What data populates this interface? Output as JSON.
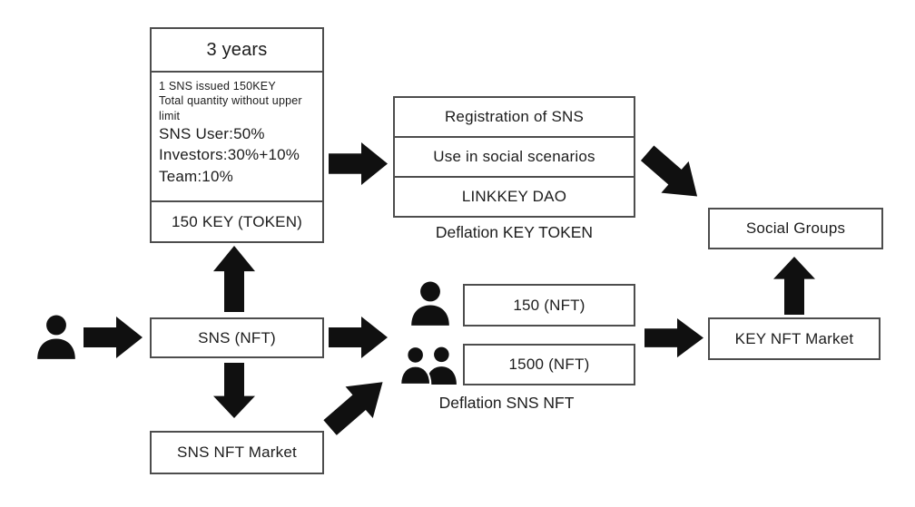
{
  "diagram": {
    "token_box": {
      "header": "3 years",
      "issue_line": "1 SNS issued 150KEY",
      "supply_line": "Total quantity without upper limit",
      "allocations": [
        "SNS User:50%",
        "Investors:30%+10%",
        "Team:10%"
      ],
      "footer": "150 KEY (TOKEN)"
    },
    "key_usage_stack": {
      "rows": [
        "Registration of SNS",
        "Use in social scenarios",
        "LINKKEY DAO"
      ],
      "caption": "Deflation KEY TOKEN"
    },
    "social_groups_label": "Social Groups",
    "sns_nft_label": "SNS (NFT)",
    "sns_nft_market_label": "SNS NFT Market",
    "key_nft_market_label": "KEY NFT Market",
    "nft_150_label": "150 (NFT)",
    "nft_1500_label": "1500 (NFT)",
    "sns_nft_caption": "Deflation SNS NFT",
    "icons": {
      "user": "user-icon",
      "user_group": "users-icon",
      "arrows": [
        "arrow-right-icon",
        "arrow-up-icon",
        "arrow-down-icon",
        "arrow-diagonal-down-right-icon",
        "arrow-diagonal-up-right-icon"
      ]
    }
  },
  "colors": {
    "arrow": "#101010",
    "border": "#4d4d4d",
    "text": "#1c1c1c",
    "background": "#ffffff"
  }
}
